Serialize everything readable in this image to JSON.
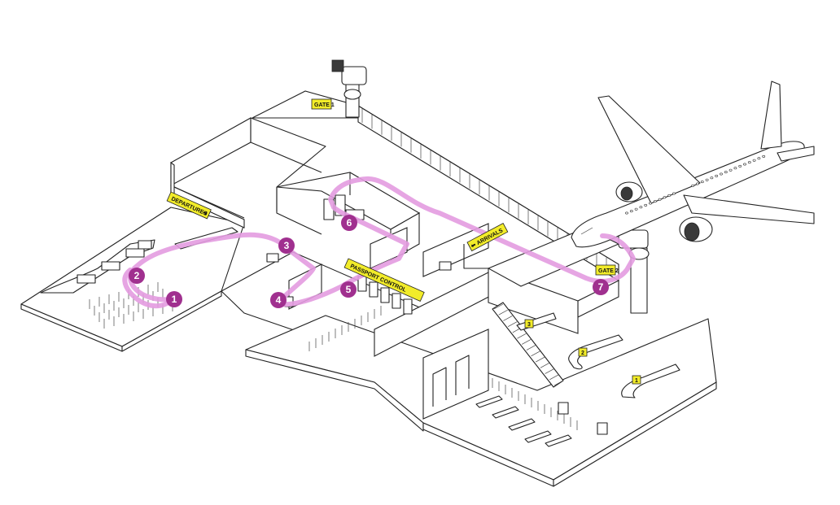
{
  "signs": {
    "departures": "DEPARTURES",
    "gate1": "GATE 1",
    "gate2": "GATE 2",
    "arrivals": "ARRIVALS",
    "passport_control": "PASSPORT CONTROL"
  },
  "carousel_labels": [
    "1",
    "2",
    "3"
  ],
  "steps": [
    "1",
    "2",
    "3",
    "4",
    "5",
    "6",
    "7"
  ],
  "colors": {
    "route": "#e39be0",
    "marker": "#a0308f",
    "sign": "#f2ec2a",
    "line": "#222222"
  }
}
